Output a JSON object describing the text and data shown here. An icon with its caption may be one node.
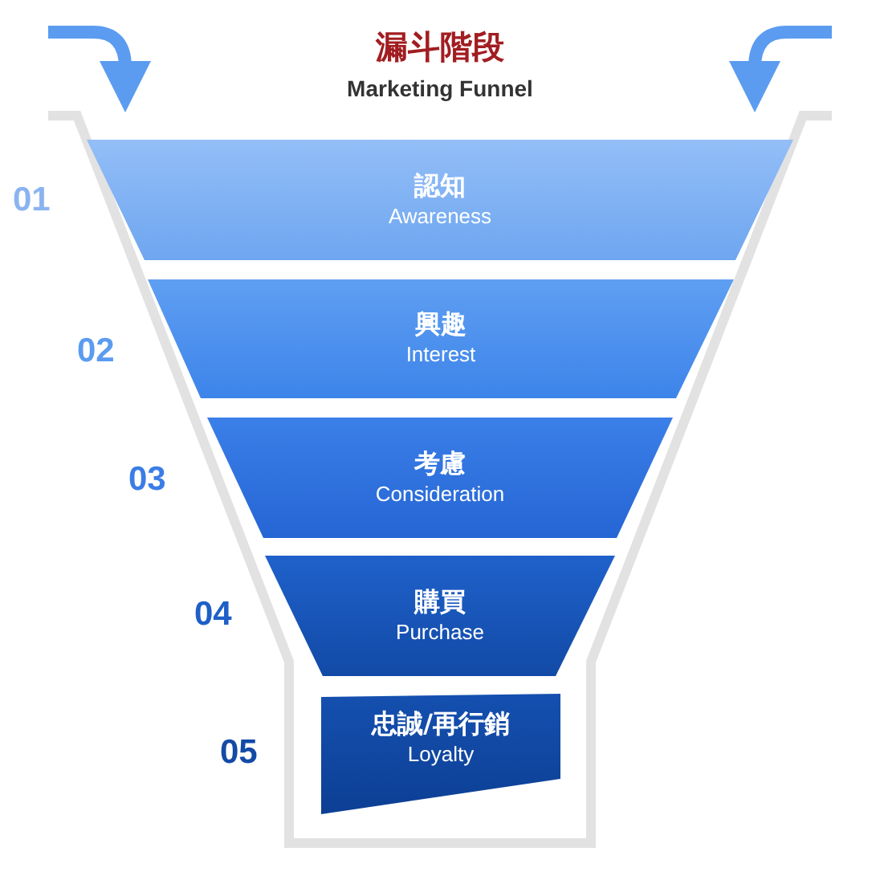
{
  "diagram": {
    "title": "漏斗階段",
    "nodes": [
      {
        "text": [
          "認知",
          "Awareness"
        ],
        "beside": [
          "01"
        ]
      },
      {
        "text": [
          "興趣",
          "Interest"
        ],
        "beside": [
          "02"
        ]
      },
      {
        "text": [
          "考慮",
          "Consideration"
        ],
        "beside": [
          "03"
        ]
      },
      {
        "text": [
          "購買",
          "Purchase"
        ],
        "beside": [
          "04"
        ]
      },
      {
        "text": [
          "忠誠/再行銷",
          "Loyalty"
        ],
        "beside": [
          "05"
        ]
      }
    ],
    "labels": [
      "Marketing Funnel"
    ]
  }
}
